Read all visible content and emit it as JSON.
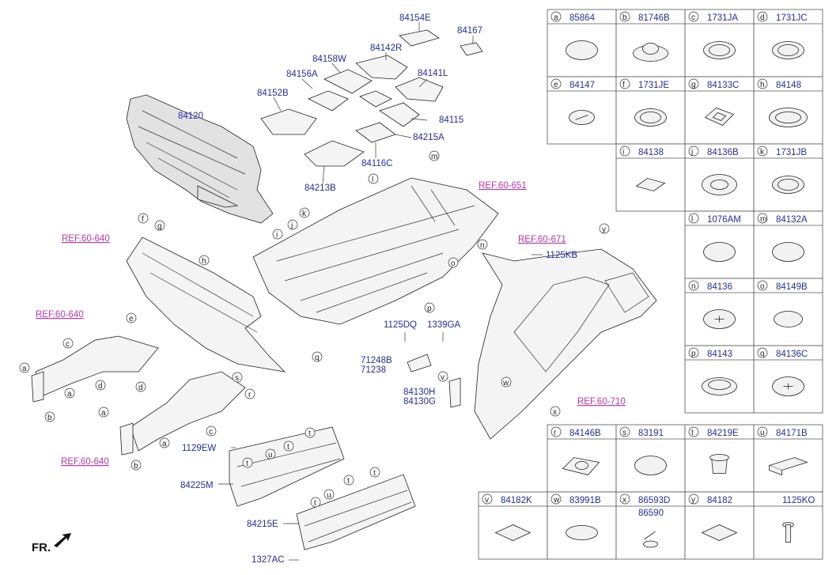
{
  "title_marker": "FR.",
  "parts_labels": [
    {
      "id": "84154E",
      "text": "84154E"
    },
    {
      "id": "84167",
      "text": "84167"
    },
    {
      "id": "84142R",
      "text": "84142R"
    },
    {
      "id": "84158W",
      "text": "84158W"
    },
    {
      "id": "84156A",
      "text": "84156A"
    },
    {
      "id": "84141L",
      "text": "84141L"
    },
    {
      "id": "84152B",
      "text": "84152B"
    },
    {
      "id": "84120",
      "text": "84120"
    },
    {
      "id": "84115",
      "text": "84115"
    },
    {
      "id": "84215A",
      "text": "84215A"
    },
    {
      "id": "84116C",
      "text": "84116C"
    },
    {
      "id": "84213B",
      "text": "84213B"
    },
    {
      "id": "1125KB",
      "text": "1125KB"
    },
    {
      "id": "1125DQ",
      "text": "1125DQ"
    },
    {
      "id": "1339GA",
      "text": "1339GA"
    },
    {
      "id": "71248B",
      "text": "71248B"
    },
    {
      "id": "71238",
      "text": "71238"
    },
    {
      "id": "84130H",
      "text": "84130H"
    },
    {
      "id": "84130G",
      "text": "84130G"
    },
    {
      "id": "1129EW",
      "text": "1129EW"
    },
    {
      "id": "84225M",
      "text": "84225M"
    },
    {
      "id": "84215E",
      "text": "84215E"
    },
    {
      "id": "1327AC",
      "text": "1327AC"
    }
  ],
  "refs": [
    {
      "id": "ref1",
      "text": "REF.60-651"
    },
    {
      "id": "ref2",
      "text": "REF.60-640"
    },
    {
      "id": "ref3",
      "text": "REF.60-671"
    },
    {
      "id": "ref4",
      "text": "REF.60-640"
    },
    {
      "id": "ref5",
      "text": "REF.60-710"
    },
    {
      "id": "ref6",
      "text": "REF.60-640"
    }
  ],
  "callouts": [
    "a",
    "b",
    "c",
    "d",
    "e",
    "f",
    "g",
    "h",
    "i",
    "j",
    "k",
    "l",
    "m",
    "n",
    "o",
    "p",
    "q",
    "r",
    "s",
    "t",
    "u",
    "v",
    "w",
    "x",
    "y"
  ],
  "parts_table": [
    {
      "letter": "a",
      "code": "85864"
    },
    {
      "letter": "b",
      "code": "81746B"
    },
    {
      "letter": "c",
      "code": "1731JA"
    },
    {
      "letter": "d",
      "code": "1731JC"
    },
    {
      "letter": "e",
      "code": "84147"
    },
    {
      "letter": "f",
      "code": "1731JE"
    },
    {
      "letter": "g",
      "code": "84133C"
    },
    {
      "letter": "h",
      "code": "84148"
    },
    {
      "letter": "i",
      "code": "84138"
    },
    {
      "letter": "j",
      "code": "84136B"
    },
    {
      "letter": "k",
      "code": "1731JB"
    },
    {
      "letter": "l",
      "code": "1076AM"
    },
    {
      "letter": "m",
      "code": "84132A"
    },
    {
      "letter": "n",
      "code": "84136"
    },
    {
      "letter": "o",
      "code": "84149B"
    },
    {
      "letter": "p",
      "code": "84143"
    },
    {
      "letter": "q",
      "code": "84136C"
    },
    {
      "letter": "r",
      "code": "84146B"
    },
    {
      "letter": "s",
      "code": "83191"
    },
    {
      "letter": "t",
      "code": "84219E"
    },
    {
      "letter": "u",
      "code": "84171B"
    },
    {
      "letter": "v",
      "code": "84182K"
    },
    {
      "letter": "w",
      "code": "83991B"
    },
    {
      "letter": "x",
      "code": "86593D",
      "code2": "86590"
    },
    {
      "letter": "y",
      "code": "84182"
    },
    {
      "letter": "",
      "code": "1125KO"
    }
  ]
}
